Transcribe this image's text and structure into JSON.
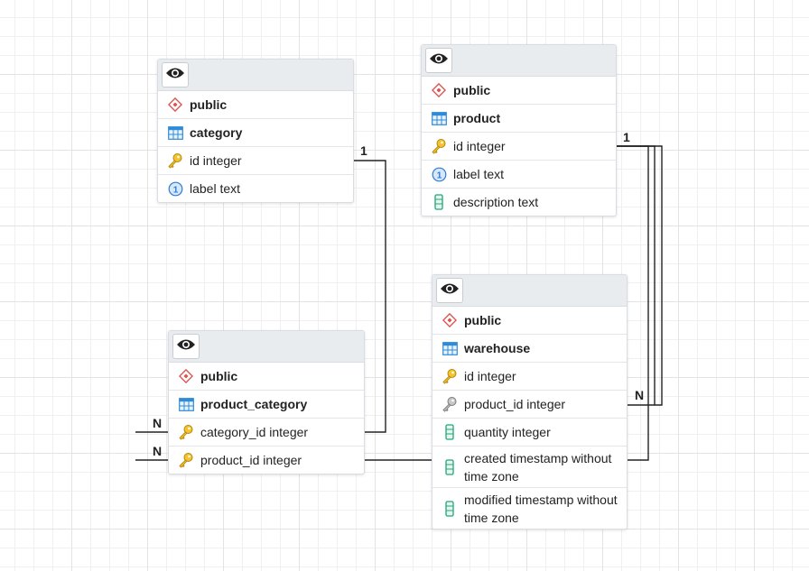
{
  "tables": {
    "category": {
      "schema": "public",
      "name": "category",
      "columns": [
        {
          "text": "id integer",
          "icon": "key-icon"
        },
        {
          "text": "label text",
          "icon": "unique-icon"
        }
      ]
    },
    "product": {
      "schema": "public",
      "name": "product",
      "columns": [
        {
          "text": "id integer",
          "icon": "key-icon"
        },
        {
          "text": "label text",
          "icon": "unique-icon"
        },
        {
          "text": "description text",
          "icon": "column-icon"
        }
      ]
    },
    "product_category": {
      "schema": "public",
      "name": "product_category",
      "columns": [
        {
          "text": "category_id integer",
          "icon": "key-icon"
        },
        {
          "text": "product_id integer",
          "icon": "key-icon"
        }
      ]
    },
    "warehouse": {
      "schema": "public",
      "name": "warehouse",
      "columns": [
        {
          "text": "id integer",
          "icon": "key-icon"
        },
        {
          "text": "product_id integer",
          "icon": "foreign-key-icon"
        },
        {
          "text": "quantity integer",
          "icon": "column-icon"
        },
        {
          "text": "created timestamp without time zone",
          "icon": "column-icon"
        },
        {
          "text": "modified timestamp without time zone",
          "icon": "column-icon"
        }
      ]
    }
  },
  "edges": {
    "category_label": "1",
    "product_label": "1",
    "warehouse_label": "N",
    "pc_category_label": "N",
    "pc_product_label": "N"
  },
  "colors": {
    "schema_icon": "#d9534f",
    "table_icon": "#2f8bd8",
    "key_icon": "#e8b622",
    "fk_icon": "#8a8a8a",
    "unique_icon": "#2f7bd0",
    "column_icon": "#22a57a"
  }
}
